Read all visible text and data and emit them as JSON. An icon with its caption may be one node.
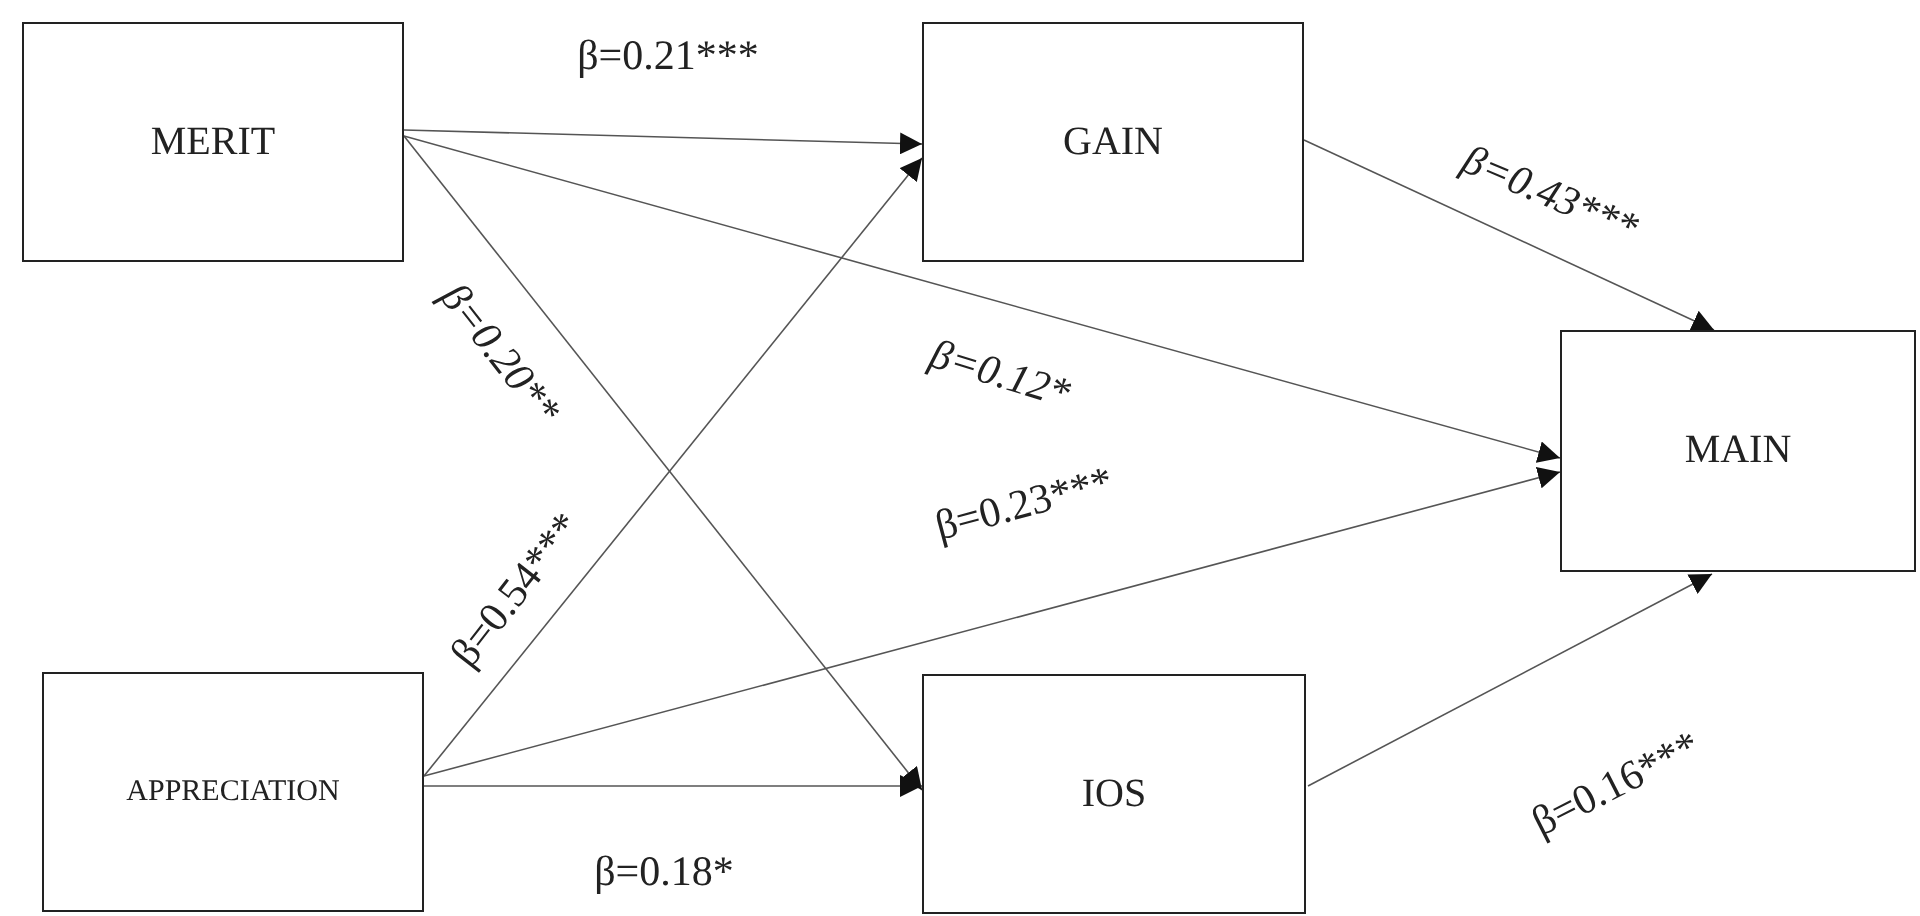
{
  "diagram": {
    "nodes": [
      {
        "text": [
          "MERIT"
        ]
      },
      {
        "text": [
          "GAIN"
        ]
      },
      {
        "text": [
          "MAIN"
        ]
      },
      {
        "text": [
          "APPRECIATION"
        ]
      },
      {
        "text": [
          "IOS"
        ]
      }
    ],
    "edges": [
      {
        "from": 0,
        "to": 1,
        "arrow": "to",
        "label": "β=0.21***"
      },
      {
        "from": 0,
        "to": 4,
        "arrow": "to",
        "label": "β=0.20**"
      },
      {
        "from": 0,
        "to": 2,
        "arrow": "to",
        "label": "β=0.12*"
      },
      {
        "from": 3,
        "to": 1,
        "arrow": "to",
        "label": "β=0.54***"
      },
      {
        "from": 3,
        "to": 2,
        "arrow": "to",
        "label": "β=0.23***"
      },
      {
        "from": 3,
        "to": 4,
        "arrow": "to",
        "label": "β=0.18*"
      },
      {
        "from": 1,
        "to": 2,
        "arrow": "to",
        "label": "β=0.43***"
      },
      {
        "from": 4,
        "to": 2,
        "arrow": "to",
        "label": "β=0.16***"
      }
    ]
  }
}
